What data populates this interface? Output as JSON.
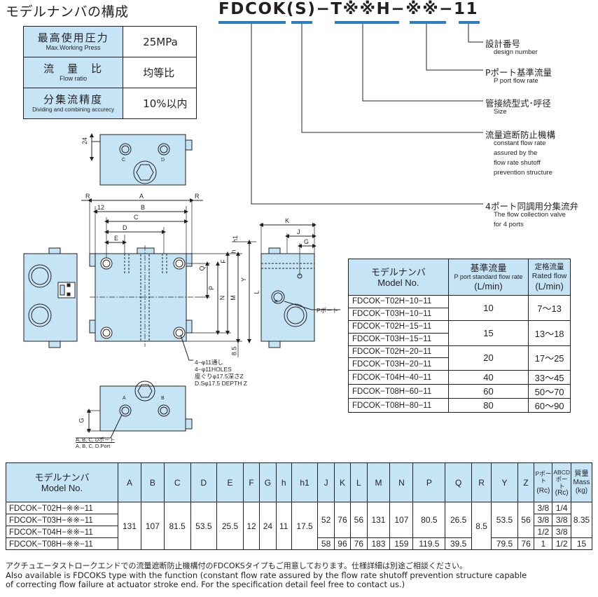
{
  "header": {
    "title": "モデルナンバの構成",
    "model_code": "FDCOK(S)−T※※H−※※−11"
  },
  "specs": [
    {
      "label_jp": "最高使用圧力",
      "label_en": "Max.Working Press",
      "value": "25MPa"
    },
    {
      "label_jp": "流　量　比",
      "label_en": "Flow ratio",
      "value": "均等比"
    },
    {
      "label_jp": "分集流精度",
      "label_en": "Dividing and combining accurecy",
      "value": "10%以内"
    }
  ],
  "callouts": [
    {
      "jp": "設計番号",
      "en": "design number"
    },
    {
      "jp": "Pポート基準流量",
      "en": "P port flow rate"
    },
    {
      "jp": "管接続型式･呼径",
      "en": "Size"
    },
    {
      "jp": "流量遮断防止機構",
      "en": "constant flow rate\nassured by the\nflow rate shutoff\nprevention structure"
    },
    {
      "jp": "4ポート同調用分集流弁",
      "en": "The flow collection valve\nfor 4 ports"
    }
  ],
  "drawing": {
    "dims": {
      "d24": "24",
      "A": "A",
      "B": "B",
      "C": "C",
      "D": "D",
      "E": "E",
      "R1": "R",
      "R2": "R",
      "d12": "12",
      "K": "K",
      "J": "J",
      "G": "G",
      "h": "h",
      "h1": "h1",
      "F": "F",
      "Q": "Q",
      "P": "P",
      "N": "N",
      "M": "M",
      "Y": "Y",
      "d85": "8.5",
      "Gside": "G",
      "L": "L",
      "pC": "C",
      "pD": "D",
      "pA": "A",
      "pB": "B",
      "pP": "P"
    },
    "p_port_label": "Pポート",
    "holes_note": [
      "4−φ11通し",
      "4−φ11HOLES",
      "座ぐりφ17.5深さZ",
      "D.Sφ17.5 DEPTH Z"
    ],
    "abcd_note": [
      "A, B, C, Dポート",
      "A, B, C, D.Port"
    ]
  },
  "flow_table": {
    "headers": {
      "model_jp": "モデルナンバ",
      "model_en": "Model No.",
      "base_jp": "基準流量",
      "base_en": "P port standard flow rate",
      "base_unit": "(L/min)",
      "rated_jp": "定格流量",
      "rated_en": "Rated flow",
      "rated_unit": "(L/min)"
    },
    "rows": [
      {
        "model": "FDCOK−T02H−10−11",
        "base": "10",
        "rated": "7〜13"
      },
      {
        "model": "FDCOK−T03H−10−11"
      },
      {
        "model": "FDCOK−T02H−15−11",
        "base": "15",
        "rated": "13〜18"
      },
      {
        "model": "FDCOK−T03H−15−11"
      },
      {
        "model": "FDCOK−T02H−20−11",
        "base": "20",
        "rated": "17〜25"
      },
      {
        "model": "FDCOK−T03H−20−11"
      },
      {
        "model": "FDCOK−T04H−40−11",
        "base": "40",
        "rated": "33〜45"
      },
      {
        "model": "FDCOK−T08H−60−11",
        "base": "60",
        "rated": "50〜70"
      },
      {
        "model": "FDCOK−T08H−80−11",
        "base": "80",
        "rated": "60〜90"
      }
    ]
  },
  "dim_table": {
    "headers": {
      "model_jp": "モデルナンバ",
      "model_en": "Model No.",
      "cols": [
        "A",
        "B",
        "C",
        "D",
        "E",
        "F",
        "G",
        "h",
        "h1",
        "J",
        "K",
        "L",
        "M",
        "N",
        "P",
        "Q",
        "R",
        "Y",
        "Z"
      ],
      "pport": "Pポート",
      "abcd1": "ABCD",
      "abcd2": "ポート",
      "rc": "(Rc)",
      "mass_jp": "質量",
      "mass_en": "Mass",
      "mass_unit": "(kg)"
    },
    "models": [
      "FDCOK−T02H−※※−11",
      "FDCOK−T03H−※※−11",
      "FDCOK−T04H−※※−11",
      "FDCOK−T08H−※※−11"
    ],
    "common": {
      "A": "131",
      "B": "107",
      "C": "81.5",
      "D": "53.5",
      "E": "25.5",
      "F": "12",
      "G": "24",
      "h": "11",
      "h1": "17.5",
      "R": "8.5",
      "mass": "8.35"
    },
    "small": {
      "J": "52",
      "K": "76",
      "L": "56",
      "M": "131",
      "N": "107",
      "P": "80.5",
      "Q": "26.5",
      "Y": "53.5",
      "Z": "56"
    },
    "large": {
      "J": "58",
      "K": "96",
      "L": "76",
      "M": "183",
      "N": "159",
      "P": "119.5",
      "Q": "39.5",
      "Y": "79.5",
      "Z": "76",
      "pport": "1",
      "abcd": "1/2",
      "mass": "15"
    },
    "pport": [
      "3/8",
      "3/8",
      "1/2"
    ],
    "abcd": [
      "1/4",
      "3/8",
      "3/8"
    ]
  },
  "footer": [
    "アクチュエータストロークエンドでの流量遮断防止機構付のFDCOKSタイプもご用意しております。仕様詳細は別途ご相談ください。",
    "Also available is FDCOKS type with the function (constant flow rate assured by the flow rate shutoff prevention structure capable",
    "of correcting flow failure at actuator stroke end. For the specification detail feel free to contact us.)"
  ]
}
